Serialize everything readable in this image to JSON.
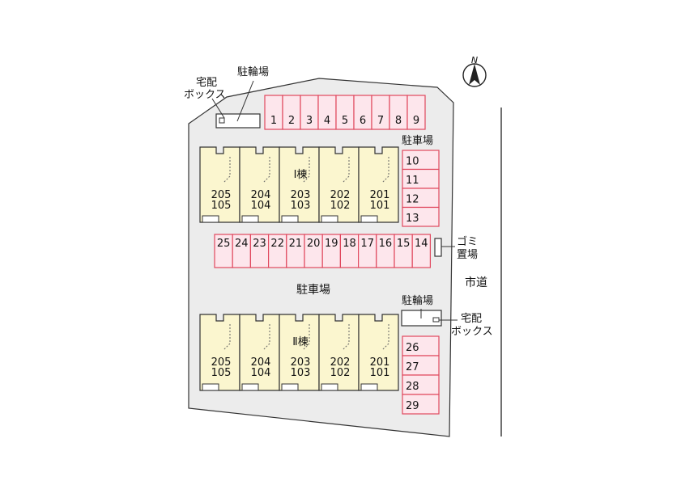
{
  "map": {
    "compass": {
      "label": "N"
    },
    "road": {
      "label": "市道"
    },
    "top_parking_label": "駐車場",
    "center_parking_label": "駐車場",
    "garbage_label": [
      "ゴミ",
      "置場"
    ],
    "bike_parking_top": {
      "label": "駐輪場"
    },
    "delivery_box_top": {
      "label": [
        "宅配",
        "ボックス"
      ]
    },
    "bike_parking_bottom": {
      "label": "駐輪場"
    },
    "delivery_box_bottom": {
      "label": [
        "宅配",
        "ボックス"
      ]
    },
    "parking": {
      "top_row": [
        "1",
        "2",
        "3",
        "4",
        "5",
        "6",
        "7",
        "8",
        "9"
      ],
      "right_column_top": [
        "10",
        "11",
        "12",
        "13"
      ],
      "middle_row": [
        "25",
        "24",
        "23",
        "22",
        "21",
        "20",
        "19",
        "18",
        "17",
        "16",
        "15",
        "14"
      ],
      "right_column_bottom": [
        "26",
        "27",
        "28",
        "29"
      ]
    },
    "buildings": [
      {
        "name": "Ⅰ棟",
        "units": [
          {
            "upper": "205",
            "lower": "105"
          },
          {
            "upper": "204",
            "lower": "104"
          },
          {
            "upper": "203",
            "lower": "103"
          },
          {
            "upper": "202",
            "lower": "102"
          },
          {
            "upper": "201",
            "lower": "101"
          }
        ]
      },
      {
        "name": "Ⅱ棟",
        "units": [
          {
            "upper": "205",
            "lower": "105"
          },
          {
            "upper": "204",
            "lower": "104"
          },
          {
            "upper": "203",
            "lower": "103"
          },
          {
            "upper": "202",
            "lower": "102"
          },
          {
            "upper": "201",
            "lower": "101"
          }
        ]
      }
    ],
    "colors": {
      "lot": "#ececec",
      "parking_fill": "#fde6ec",
      "parking_stroke": "#e0485e",
      "building_fill": "#fbf6cf",
      "outline": "#333333"
    }
  }
}
